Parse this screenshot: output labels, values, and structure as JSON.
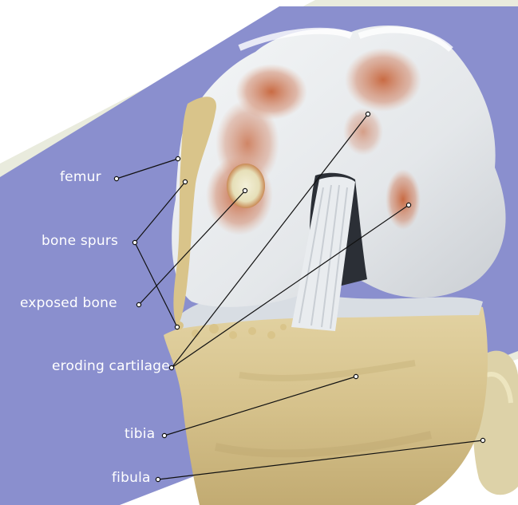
{
  "colors": {
    "background_panel": "#8a8fce",
    "panel_border": "#e7e9d9",
    "bone": "#dcca96",
    "cartilage": "#e7eaed",
    "erosion": "#b8522f",
    "leader_line": "#111111",
    "label_text": "#ffffff"
  },
  "labels": {
    "femur": "femur",
    "bone_spurs": "bone spurs",
    "exposed_bone": "exposed bone",
    "eroding_cartilage": "eroding cartilage",
    "tibia": "tibia",
    "fibula": "fibula"
  }
}
